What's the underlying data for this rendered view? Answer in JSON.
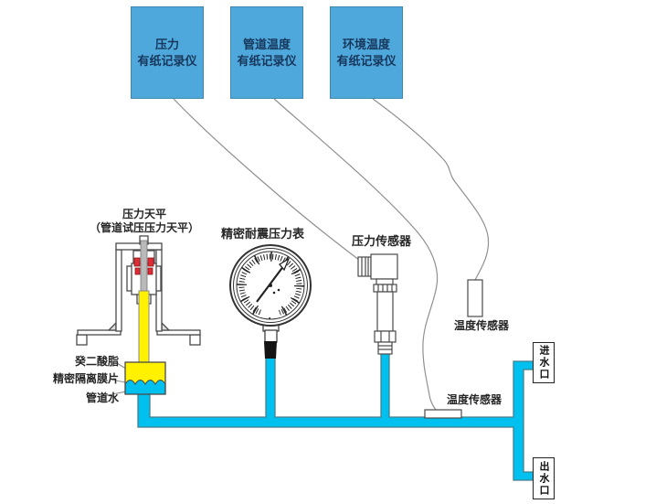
{
  "recorders": [
    {
      "text": "压力\n有纸记录仪"
    },
    {
      "text": "管道温度\n有纸记录仪"
    },
    {
      "text": "环境温度\n有纸记录仪"
    }
  ],
  "labels": {
    "balance": "压力天平\n（管道试压压力天平）",
    "gauge": "精密耐震压力表",
    "pressure_sensor": "压力传感器",
    "ambient_temp_sensor": "温度传感器",
    "pipe_temp_sensor": "温度传感器",
    "sebacate": "癸二酸脂",
    "diaphragm": "精密隔离膜片",
    "pipe_water": "管道水",
    "inlet": "进水口",
    "outlet": "出水口"
  },
  "colors": {
    "recorder_fill": "#4FA8DB",
    "recorder_text": "#17375D",
    "pipe_water_color": "#00C0EF",
    "oil_color": "#FFF100",
    "seal_color": "#DF2B35",
    "line_color": "#909090"
  }
}
